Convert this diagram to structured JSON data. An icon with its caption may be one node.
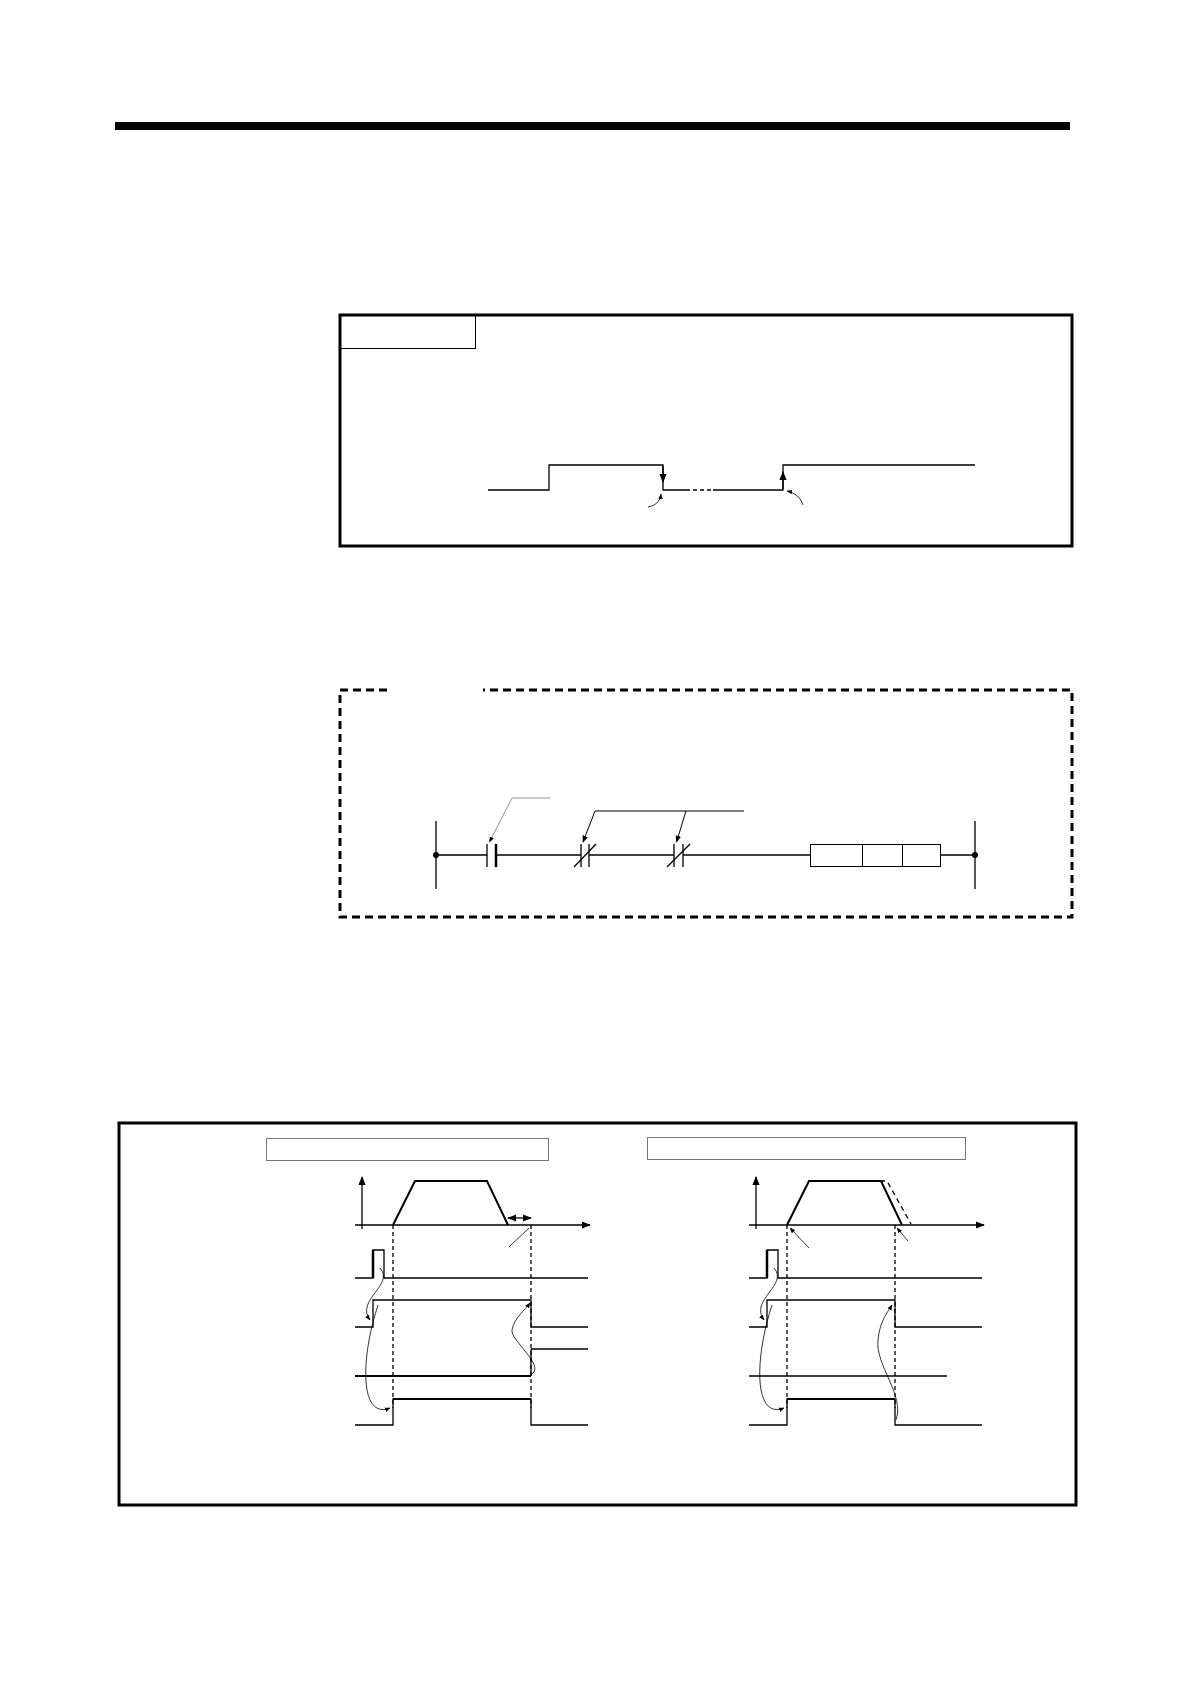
{
  "diagram": {
    "nodes": [
      {
        "text": [],
        "shape": "box"
      },
      {
        "text": [],
        "shape": "box"
      },
      {
        "text": [],
        "shape": "box"
      },
      {
        "text": [],
        "shape": "box"
      },
      {
        "text": [],
        "shape": "contact"
      },
      {
        "text": [],
        "shape": "contact"
      },
      {
        "text": [],
        "shape": "contact"
      }
    ],
    "edges": [
      {
        "from": null,
        "to": 4,
        "arrow": "to",
        "color": "#777777"
      },
      {
        "from": null,
        "to": 5,
        "arrow": "to"
      },
      {
        "from": null,
        "to": 6,
        "arrow": "to"
      },
      {
        "from": 4,
        "to": 5,
        "arrow": "none"
      },
      {
        "from": 5,
        "to": 6,
        "arrow": "none"
      },
      {
        "from": 6,
        "to": 3,
        "arrow": "none"
      }
    ]
  }
}
